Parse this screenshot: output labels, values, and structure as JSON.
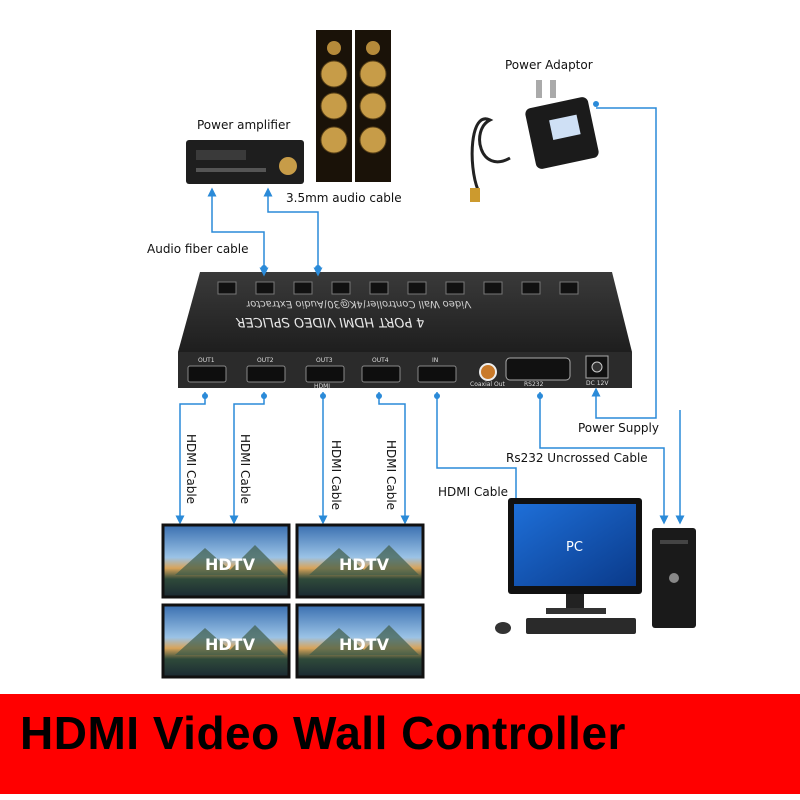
{
  "labels": {
    "power_adaptor": "Power Adaptor",
    "power_amplifier": "Power amplifier",
    "audio_cable": "3.5mm audio cable",
    "audio_fiber": "Audio fiber cable",
    "power_supply": "Power Supply",
    "rs232": "Rs232 Uncrossed Cable",
    "hdmi_cable": "HDMI Cable"
  },
  "device": {
    "title": "4 PORT HDMI VIDEO SPLICER",
    "subtitle": "Video Wall Controller/4K@30/Audio Extractor",
    "ports": [
      "OUT1",
      "OUT2",
      "OUT3",
      "OUT4",
      "IN",
      "Coaxial Out",
      "RS232",
      "DC 12V"
    ],
    "hdmi_tag": "HDMI"
  },
  "displays": {
    "tv_label": "HDTV",
    "pc_label": "PC"
  },
  "banner": {
    "title": "HDMI Video Wall Controller"
  },
  "colors": {
    "banner": "#ff0000",
    "cable": "#2a8ad8",
    "device": "#2b2b2b"
  }
}
